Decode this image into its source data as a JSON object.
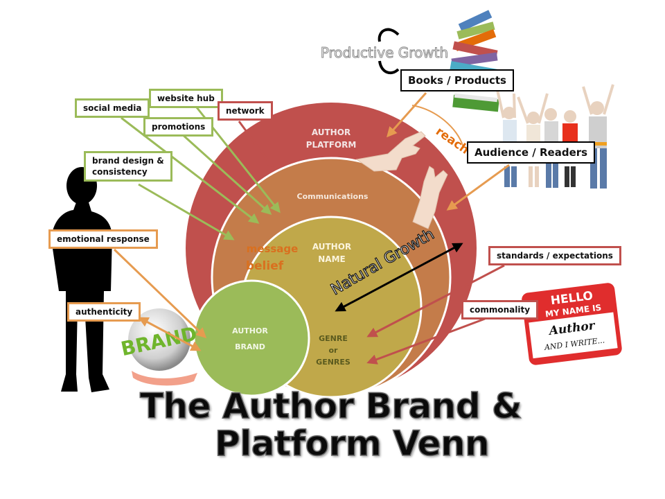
{
  "title": {
    "line1": "The Author Brand &",
    "line2": "Platform Venn"
  },
  "header": {
    "productive_growth": "Productive Growth",
    "books_products": "Books / Products",
    "audience_readers": "Audience / Readers",
    "reach": "reach"
  },
  "circles": {
    "platform": {
      "line1": "AUTHOR",
      "line2": "PLATFORM",
      "color": "#c0504d"
    },
    "communications": {
      "label": "Communications",
      "color": "#c47c4a"
    },
    "name": {
      "line1": "AUTHOR",
      "line2": "NAME",
      "color": "#c0a84a"
    },
    "brand": {
      "line1": "AUTHOR",
      "line2": "BRAND",
      "color": "#9bbb59"
    },
    "genre": {
      "line1": "GENRE",
      "line2": "or",
      "line3": "GENRES"
    }
  },
  "inner_words": {
    "message": "message",
    "belief": "belief",
    "natural_growth": "Natural Growth"
  },
  "callouts": {
    "social_media": "social media",
    "website_hub": "website hub",
    "network": "network",
    "promotions": "promotions",
    "brand_design_1": "brand design &",
    "brand_design_2": "consistency",
    "emotional_response": "emotional response",
    "authenticity": "authenticity",
    "standards_expectations": "standards / expectations",
    "commonality": "commonality"
  },
  "name_tag": {
    "hello": "HELLO",
    "my_name_is": "MY NAME IS",
    "name": "Author",
    "and_i_write": "AND I WRITE..."
  },
  "brand_sphere": {
    "word": "BRAND"
  },
  "colors": {
    "green_accent": "#9bbb59",
    "red_accent": "#c0504d",
    "orange_accent": "#e69b50"
  }
}
